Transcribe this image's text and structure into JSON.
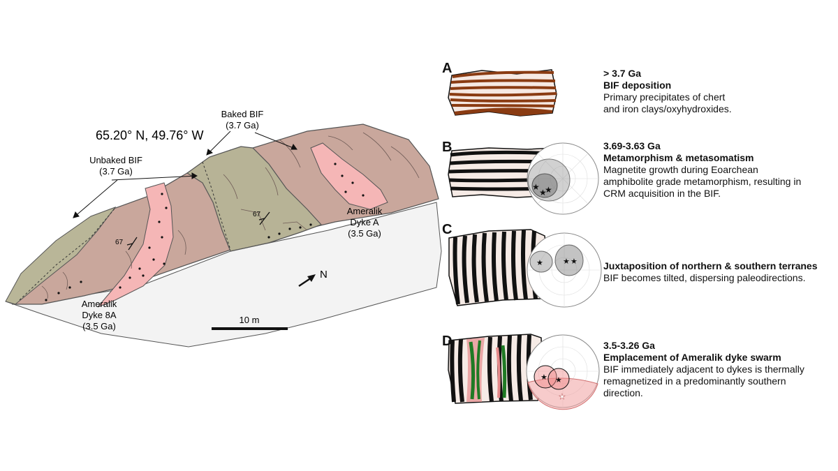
{
  "map": {
    "coordinates": "65.20° N, 49.76° W",
    "labels": {
      "baked_bif": [
        "Baked BIF",
        "(3.7 Ga)"
      ],
      "unbaked_bif": [
        "Unbaked BIF",
        "(3.7 Ga)"
      ],
      "dyke_a": [
        "Ameralik",
        "Dyke A",
        "(3.5 Ga)"
      ],
      "dyke_8a": [
        "Ameralik",
        "Dyke 8A",
        "(3.5 Ga)"
      ],
      "dip_1": "67",
      "dip_2": "67",
      "north": "N",
      "scale": "10 m"
    },
    "colors": {
      "unbaked_bif": "#b9b698",
      "baked_bif": "#c9a79c",
      "dyke": "#f5b6b6",
      "ground": "#f3f3f3"
    }
  },
  "panels": [
    {
      "letter": "A",
      "age": "> 3.7 Ga",
      "title": "BIF deposition",
      "description": [
        "Primary precipitates of chert",
        "and iron clays/oxyhydroxides."
      ]
    },
    {
      "letter": "B",
      "age": "3.69-3.63 Ga",
      "title": "Metamorphism & metasomatism",
      "description": [
        "Magnetite growth during Eoarchean",
        "amphibolite grade metamorphism, resulting in",
        "CRM acquisition in the BIF."
      ]
    },
    {
      "letter": "C",
      "age": "",
      "title": "Juxtaposition of northern & southern terranes",
      "description": [
        "BIF becomes tilted, dispersing paleodirections."
      ]
    },
    {
      "letter": "D",
      "age": "3.5-3.26 Ga",
      "title": "Emplacement of Ameralik dyke swarm",
      "description": [
        "BIF immediately adjacent to dykes is thermally",
        "remagnetized in a predominantly southern",
        "direction."
      ]
    }
  ]
}
